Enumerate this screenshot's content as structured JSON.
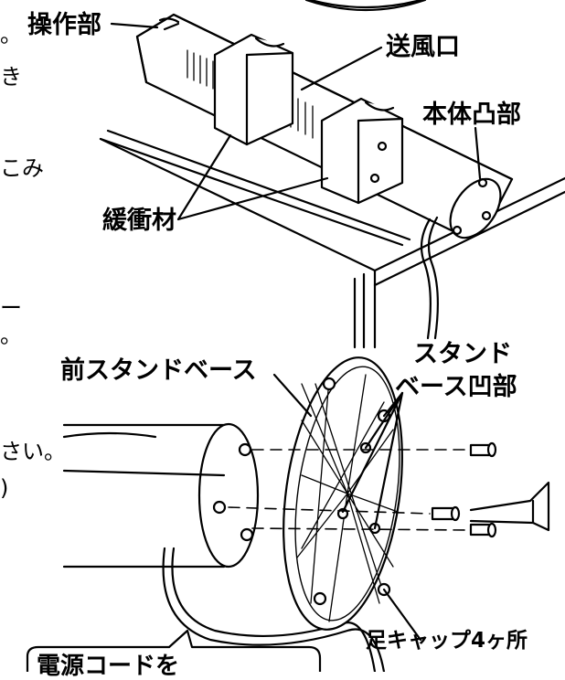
{
  "labels": {
    "operation_panel": "操作部",
    "air_outlet": "送風口",
    "body_protrusion": "本体凸部",
    "cushion": "緩衝材",
    "front_stand_base": "前スタンドベース",
    "stand_base_recess_line1": "スタンド",
    "stand_base_recess_line2": "ベース凹部",
    "foot_caps": "足キャップ4ヶ所",
    "power_cord_note": "電源コードを"
  },
  "left_margin_fragments": {
    "f1": "。",
    "f2": "き",
    "f3": "こみ",
    "f4": "ー",
    "f5": "。",
    "f6": "さい。",
    "f7": ")"
  },
  "colors": {
    "ink": "#000000",
    "paper": "#ffffff",
    "shade": "#d9d9d9"
  }
}
